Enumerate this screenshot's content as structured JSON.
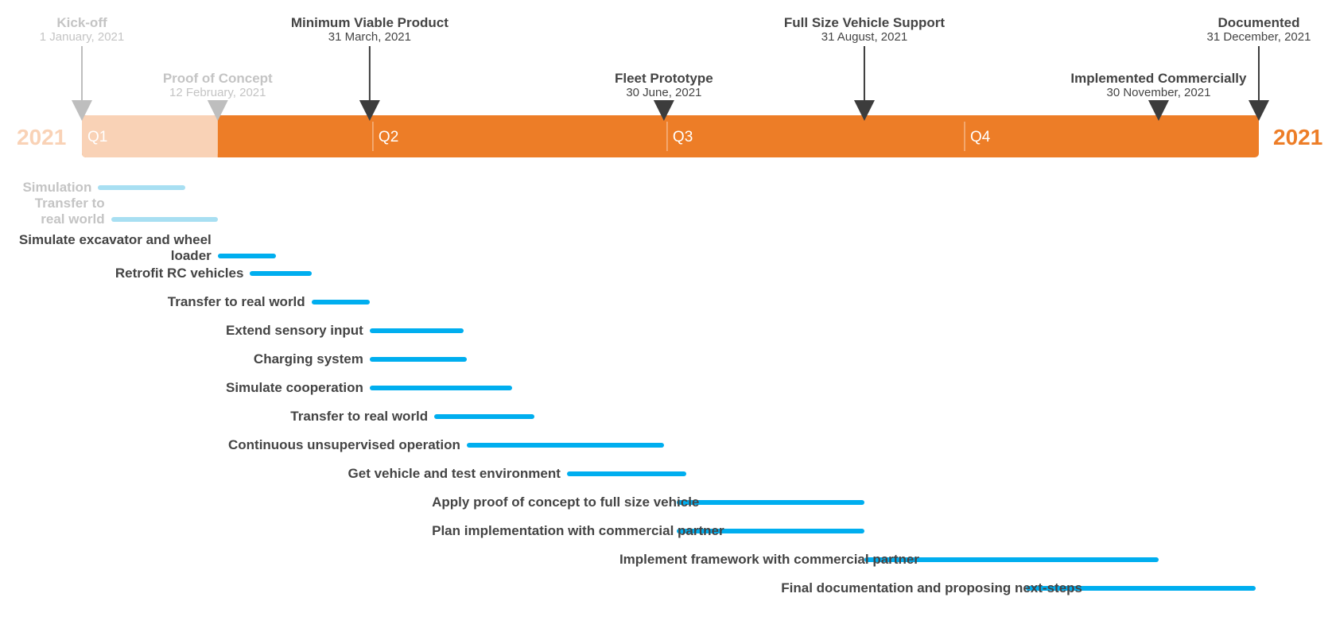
{
  "timeline": {
    "start_year_label": "2021",
    "end_year_label": "2021",
    "range_start": "2021-01-01",
    "range_end": "2021-12-31",
    "progress_until": "2021-02-12",
    "colors": {
      "bar": "#ed7d27",
      "bar_done": "#f9d2b6",
      "task": "#00aeef",
      "task_done": "#a8dff2",
      "text": "#444444",
      "text_done": "#c4c4c4",
      "marker": "#3c3c3c",
      "marker_done": "#bebebe"
    },
    "quarters": [
      {
        "label": "Q1",
        "start": "2021-01-01"
      },
      {
        "label": "Q2",
        "start": "2021-04-01"
      },
      {
        "label": "Q3",
        "start": "2021-07-01"
      },
      {
        "label": "Q4",
        "start": "2021-10-01"
      }
    ],
    "milestones": [
      {
        "title": "Kick-off",
        "date_label": "1 January, 2021",
        "date": "2021-01-01",
        "done": true
      },
      {
        "title": "Proof of Concept",
        "date_label": "12 February, 2021",
        "date": "2021-02-12",
        "done": true
      },
      {
        "title": "Minimum Viable Product",
        "date_label": "31 March, 2021",
        "date": "2021-03-31",
        "done": false
      },
      {
        "title": "Fleet Prototype",
        "date_label": "30 June, 2021",
        "date": "2021-06-30",
        "done": false
      },
      {
        "title": "Full Size Vehicle Support",
        "date_label": "31 August, 2021",
        "date": "2021-08-31",
        "done": false
      },
      {
        "title": "Implemented Commercially",
        "date_label": "30 November, 2021",
        "date": "2021-11-30",
        "done": false
      },
      {
        "title": "Documented",
        "date_label": "31 December, 2021",
        "date": "2021-12-31",
        "done": false
      }
    ],
    "tasks": [
      {
        "label": "Simulation",
        "start": "2021-01-06",
        "end": "2021-02-02",
        "done": true
      },
      {
        "label": "Transfer to\nreal world",
        "start": "2021-01-10",
        "end": "2021-02-12",
        "done": true
      },
      {
        "label": "Simulate excavator and wheel\nloader",
        "start": "2021-02-12",
        "end": "2021-03-02",
        "done": false
      },
      {
        "label": "Retrofit RC vehicles",
        "start": "2021-02-22",
        "end": "2021-03-13",
        "done": false
      },
      {
        "label": "Transfer to real world",
        "start": "2021-03-13",
        "end": "2021-03-31",
        "done": false
      },
      {
        "label": "Extend sensory input",
        "start": "2021-03-31",
        "end": "2021-04-29",
        "done": false
      },
      {
        "label": "Charging system",
        "start": "2021-03-31",
        "end": "2021-04-30",
        "done": false
      },
      {
        "label": "Simulate cooperation",
        "start": "2021-03-31",
        "end": "2021-05-14",
        "done": false
      },
      {
        "label": "Transfer to real world",
        "start": "2021-04-20",
        "end": "2021-05-21",
        "done": false
      },
      {
        "label": "Continuous unsupervised operation",
        "start": "2021-04-30",
        "end": "2021-06-30",
        "done": false
      },
      {
        "label": "Get vehicle and test environment",
        "start": "2021-05-31",
        "end": "2021-07-07",
        "done": false
      },
      {
        "label": "Apply proof of concept to full size vehicle",
        "start": "2021-07-04",
        "end": "2021-08-31",
        "done": false
      },
      {
        "label": "Plan implementation with commercial partner",
        "start": "2021-07-04",
        "end": "2021-08-31",
        "done": false
      },
      {
        "label": "Implement framework with commercial partner",
        "start": "2021-08-31",
        "end": "2021-11-30",
        "done": false
      },
      {
        "label": "Final documentation and proposing next-steps",
        "start": "2021-10-20",
        "end": "2021-12-30",
        "done": false
      }
    ]
  }
}
